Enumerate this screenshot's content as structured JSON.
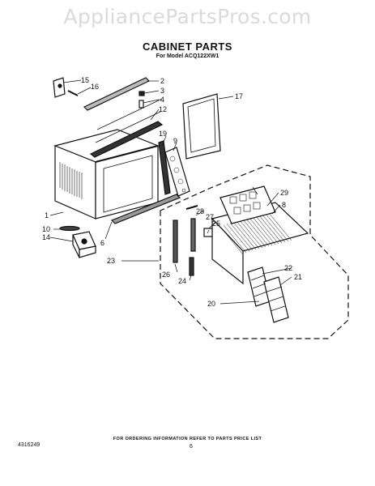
{
  "watermark": "AppliancePartsPros.com",
  "title": "CABINET PARTS",
  "subtitle": "For Model ACQ122XW1",
  "callouts": {
    "c1": "1",
    "c2": "2",
    "c3": "3",
    "c4": "4",
    "c6": "6",
    "c8": "8",
    "c9": "9",
    "c10": "10",
    "c12": "12",
    "c14": "14",
    "c15": "15",
    "c16": "16",
    "c17": "17",
    "c19": "19",
    "c20": "20",
    "c21": "21",
    "c22": "22",
    "c23": "23",
    "c24": "24",
    "c25": "25",
    "c26": "26",
    "c27": "27",
    "c28": "28",
    "c29": "29"
  },
  "footer_note": "FOR ORDERING INFORMATION REFER TO PARTS PRICE LIST",
  "doc_number": "4316249",
  "page_number": "6"
}
